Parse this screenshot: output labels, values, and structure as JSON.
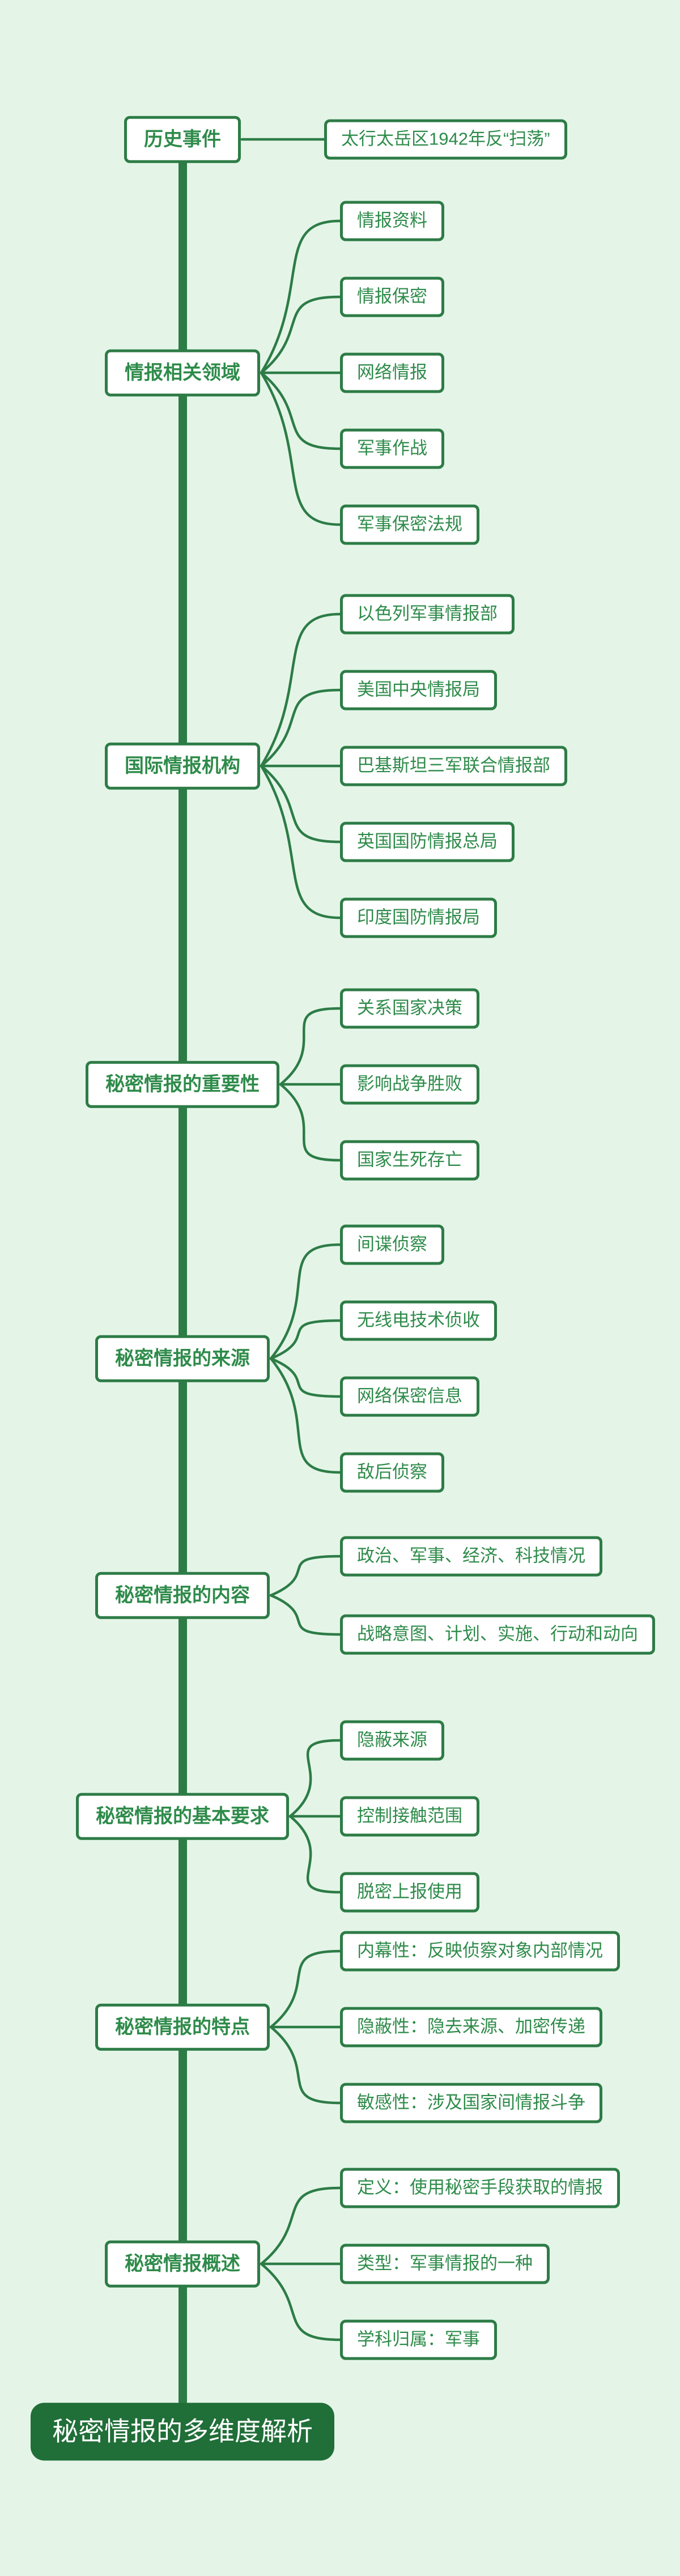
{
  "colors": {
    "background": "#e4f5e8",
    "line": "#2d7c46",
    "node_border": "#2d7c46",
    "node_bg": "#ffffff",
    "node_text": "#2e8b4a",
    "root_bg": "#206e38",
    "root_text": "#ffffff"
  },
  "root": {
    "label": "秘密情报的多维度解析"
  },
  "sections": [
    {
      "label": "历史事件",
      "leaves": [
        "太行太岳区1942年反“扫荡”"
      ]
    },
    {
      "label": "情报相关领域",
      "leaves": [
        "情报资料",
        "情报保密",
        "网络情报",
        "军事作战",
        "军事保密法规"
      ]
    },
    {
      "label": "国际情报机构",
      "leaves": [
        "以色列军事情报部",
        "美国中央情报局",
        "巴基斯坦三军联合情报部",
        "英国国防情报总局",
        "印度国防情报局"
      ]
    },
    {
      "label": "秘密情报的重要性",
      "leaves": [
        "关系国家决策",
        "影响战争胜败",
        "国家生死存亡"
      ]
    },
    {
      "label": "秘密情报的来源",
      "leaves": [
        "间谍侦察",
        "无线电技术侦收",
        "网络保密信息",
        "敌后侦察"
      ]
    },
    {
      "label": "秘密情报的内容",
      "leaves": [
        "政治、军事、经济、科技情况",
        "战略意图、计划、实施、行动和动向"
      ]
    },
    {
      "label": "秘密情报的基本要求",
      "leaves": [
        "隐蔽来源",
        "控制接触范围",
        "脱密上报使用"
      ]
    },
    {
      "label": "秘密情报的特点",
      "leaves": [
        "内幕性：反映侦察对象内部情况",
        "隐蔽性：隐去来源、加密传递",
        "敏感性：涉及国家间情报斗争"
      ]
    },
    {
      "label": "秘密情报概述",
      "leaves": [
        "定义：使用秘密手段获取的情报",
        "类型：军事情报的一种",
        "学科归属：军事"
      ]
    }
  ]
}
